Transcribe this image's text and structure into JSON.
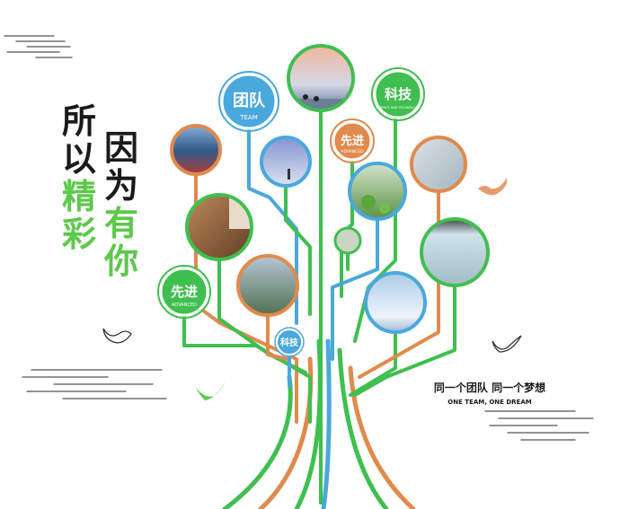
{
  "poem": {
    "col1_line1": "所",
    "col1_line2": "以",
    "col1_line3": "精",
    "col1_line4": "彩",
    "col2_line1": "因",
    "col2_line2": "为",
    "col2_line3": "有",
    "col2_line4": "你"
  },
  "badges": {
    "team_cn": "团队",
    "team_en": "TEAM",
    "tech_cn": "科技",
    "tech_en": "SCIENCE AND TECHNOLOGY",
    "advanced_cn": "先进",
    "advanced_en": "ADVANCED",
    "advanced_left_cn": "先进",
    "advanced_left_en": "ADVANCED",
    "tech_small_cn": "科技"
  },
  "slogan": {
    "cn": "同一个团队  同一个梦想",
    "en": "ONE TEAM, ONE DREAM"
  },
  "colors": {
    "green": "#3fbf4f",
    "blue": "#4aa8dc",
    "orange": "#e08a4c",
    "poem_dark": "#1a1a1a",
    "poem_green": "#5cc94a"
  }
}
